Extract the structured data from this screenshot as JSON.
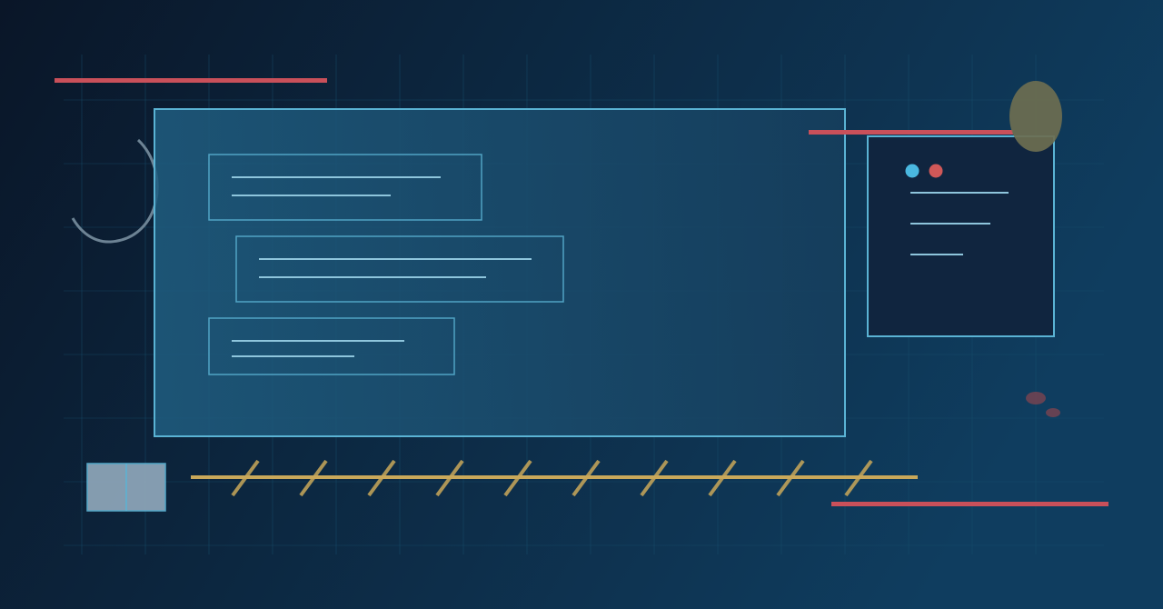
{
  "colors": {
    "bg_start": "#0a1628",
    "bg_end": "#0f3d5f",
    "grid": "#17506e",
    "frame": "#5ab3d4",
    "frame_fill_start": "#1f5d80",
    "frame_fill_end": "#163f5e",
    "panel_fill": "#10253f",
    "line": "#8ec5dc",
    "accent_red": "#c9505a",
    "accent_yellow": "#c9a85a",
    "accent_olive": "#6d6e50",
    "accent_mauve": "#7a4350",
    "dot_blue": "#4ab8e0",
    "dot_red": "#d05858",
    "tile": "#8fa7ba",
    "arc": "#6d8394"
  },
  "illustration": {
    "cards": 3,
    "panel_dots": 2,
    "panel_lines": 3,
    "ticks": 10
  }
}
